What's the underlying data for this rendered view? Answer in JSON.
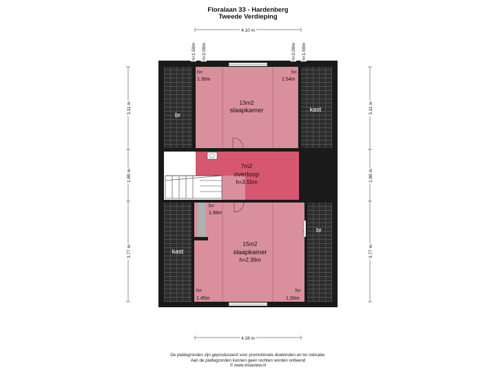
{
  "header": {
    "title": "Floralaan 33 - Hardenberg",
    "subtitle": "Tweede Verdieping"
  },
  "dimensions": {
    "top_width": "4.10 m",
    "bottom_width": "4.28 m",
    "left_top": "3.11 m",
    "left_mid": "1.89 m",
    "left_bottom": "3.77 m",
    "right_top": "3.11 m",
    "right_mid": "1.89 m",
    "right_bottom": "3.77 m",
    "h_lt_150": "h<1.50m",
    "h_lt_200_left": "h<2.00m",
    "h_lt_200_right": "h<2.00m",
    "h_lt_150_right": "h<1.50m"
  },
  "rooms": {
    "top_bedroom": {
      "area": "13m2",
      "name": "slaapkamer",
      "h_left_a": "h=",
      "h_left_b": "1.30m",
      "h_right_a": "h=",
      "h_right_b": "1.54m"
    },
    "landing": {
      "area": "7m2",
      "name": "overloop",
      "height": "h=3.55m"
    },
    "bottom_bedroom": {
      "area": "15m2",
      "name": "slaapkamer",
      "height": "h=2.39m",
      "h_top_a": "h=",
      "h_top_b": "1.98m",
      "h_bl_a": "h=",
      "h_bl_b": "1.45m",
      "h_br_a": "h=",
      "h_br_b": "1.30m"
    },
    "br_top_left": "br",
    "kast_top_right": "kast",
    "kast_bottom_left": "kast",
    "br_bottom_right": "br"
  },
  "footer": {
    "line1": "De plattegronden zijn geproduceerd voor promotionele doeleinden en ter indicatie.",
    "line2": "Aan de plattegronden kunnen geen rechten worden ontleend",
    "line3": "© www.vistaview.nl"
  },
  "colors": {
    "bedroom": "#d98f9c",
    "landing": "#d6576f",
    "roof": "#2d2d2d",
    "wall": "#1a1a1a"
  }
}
